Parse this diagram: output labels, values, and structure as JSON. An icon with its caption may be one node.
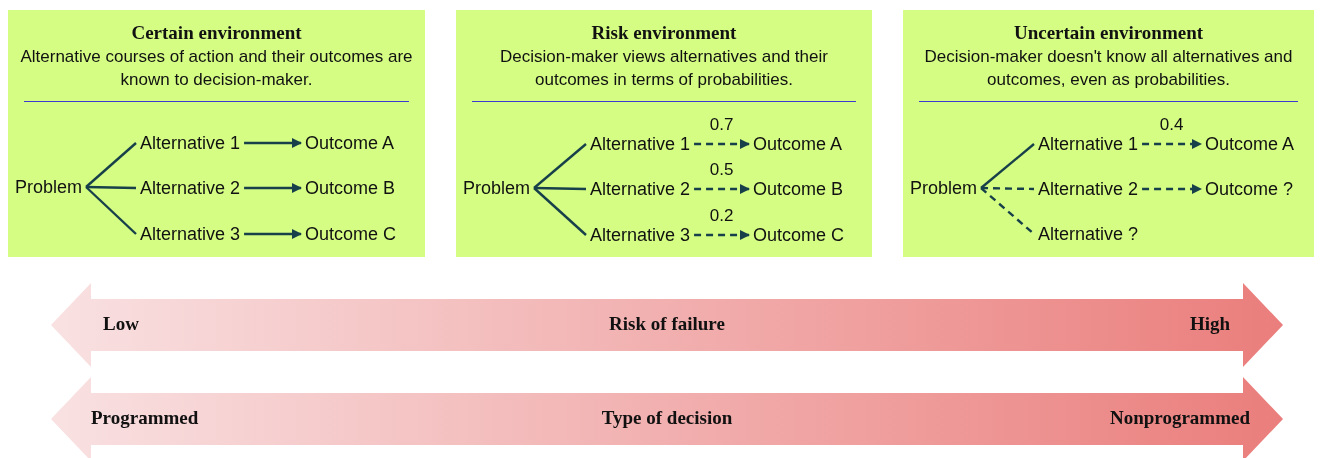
{
  "diagram": {
    "nodes": [
      {
        "text": [
          "Certain environment",
          "Alternative courses of action and their outcomes are known to decision-maker."
        ]
      },
      {
        "text": [
          "Problem"
        ],
        "in": 0
      },
      {
        "text": [
          "Alternative 1"
        ],
        "in": 0
      },
      {
        "text": [
          "Alternative 2"
        ],
        "in": 0
      },
      {
        "text": [
          "Alternative 3"
        ],
        "in": 0
      },
      {
        "text": [
          "Outcome A"
        ],
        "in": 0
      },
      {
        "text": [
          "Outcome B"
        ],
        "in": 0
      },
      {
        "text": [
          "Outcome C"
        ],
        "in": 0
      },
      {
        "text": [
          "Risk environment",
          "Decision-maker views alternatives and their outcomes in terms of probabilities."
        ]
      },
      {
        "text": [
          "Problem"
        ],
        "in": 8
      },
      {
        "text": [
          "Alternative 1"
        ],
        "in": 8
      },
      {
        "text": [
          "Alternative 2"
        ],
        "in": 8
      },
      {
        "text": [
          "Alternative 3"
        ],
        "in": 8
      },
      {
        "text": [
          "Outcome A"
        ],
        "in": 8
      },
      {
        "text": [
          "Outcome B"
        ],
        "in": 8
      },
      {
        "text": [
          "Outcome C"
        ],
        "in": 8
      },
      {
        "text": [
          "Uncertain environment",
          "Decision-maker doesn't know all alternatives and outcomes, even as probabilities."
        ]
      },
      {
        "text": [
          "Problem"
        ],
        "in": 16
      },
      {
        "text": [
          "Alternative 1"
        ],
        "in": 16
      },
      {
        "text": [
          "Alternative 2"
        ],
        "in": 16
      },
      {
        "text": [
          "Alternative ?"
        ],
        "in": 16
      },
      {
        "text": [
          "Outcome A"
        ],
        "in": 16
      },
      {
        "text": [
          "Outcome ?"
        ],
        "in": 16
      },
      {
        "text": [
          "Low",
          "Risk of failure",
          "High"
        ]
      },
      {
        "text": [
          "Programmed",
          "Type of decision",
          "Nonprogrammed"
        ]
      }
    ],
    "edges": [
      {
        "from": 1,
        "to": 2,
        "arrow": "none"
      },
      {
        "from": 1,
        "to": 3,
        "arrow": "none"
      },
      {
        "from": 1,
        "to": 4,
        "arrow": "none"
      },
      {
        "from": 2,
        "to": 5,
        "arrow": "to"
      },
      {
        "from": 3,
        "to": 6,
        "arrow": "to"
      },
      {
        "from": 4,
        "to": 7,
        "arrow": "to"
      },
      {
        "from": 9,
        "to": 10,
        "arrow": "none"
      },
      {
        "from": 9,
        "to": 11,
        "arrow": "none"
      },
      {
        "from": 9,
        "to": 12,
        "arrow": "none"
      },
      {
        "from": 10,
        "to": 13,
        "arrow": "to",
        "label": "0.7",
        "style": "dashed"
      },
      {
        "from": 11,
        "to": 14,
        "arrow": "to",
        "label": "0.5",
        "style": "dashed"
      },
      {
        "from": 12,
        "to": 15,
        "arrow": "to",
        "label": "0.2",
        "style": "dashed"
      },
      {
        "from": 17,
        "to": 18,
        "arrow": "none"
      },
      {
        "from": 17,
        "to": 19,
        "arrow": "none",
        "style": "dashed"
      },
      {
        "from": 17,
        "to": 20,
        "arrow": "none",
        "style": "dashed"
      },
      {
        "from": 18,
        "to": 21,
        "arrow": "to",
        "label": "0.4",
        "style": "dashed"
      },
      {
        "from": 19,
        "to": 22,
        "arrow": "to",
        "style": "dashed"
      }
    ]
  }
}
